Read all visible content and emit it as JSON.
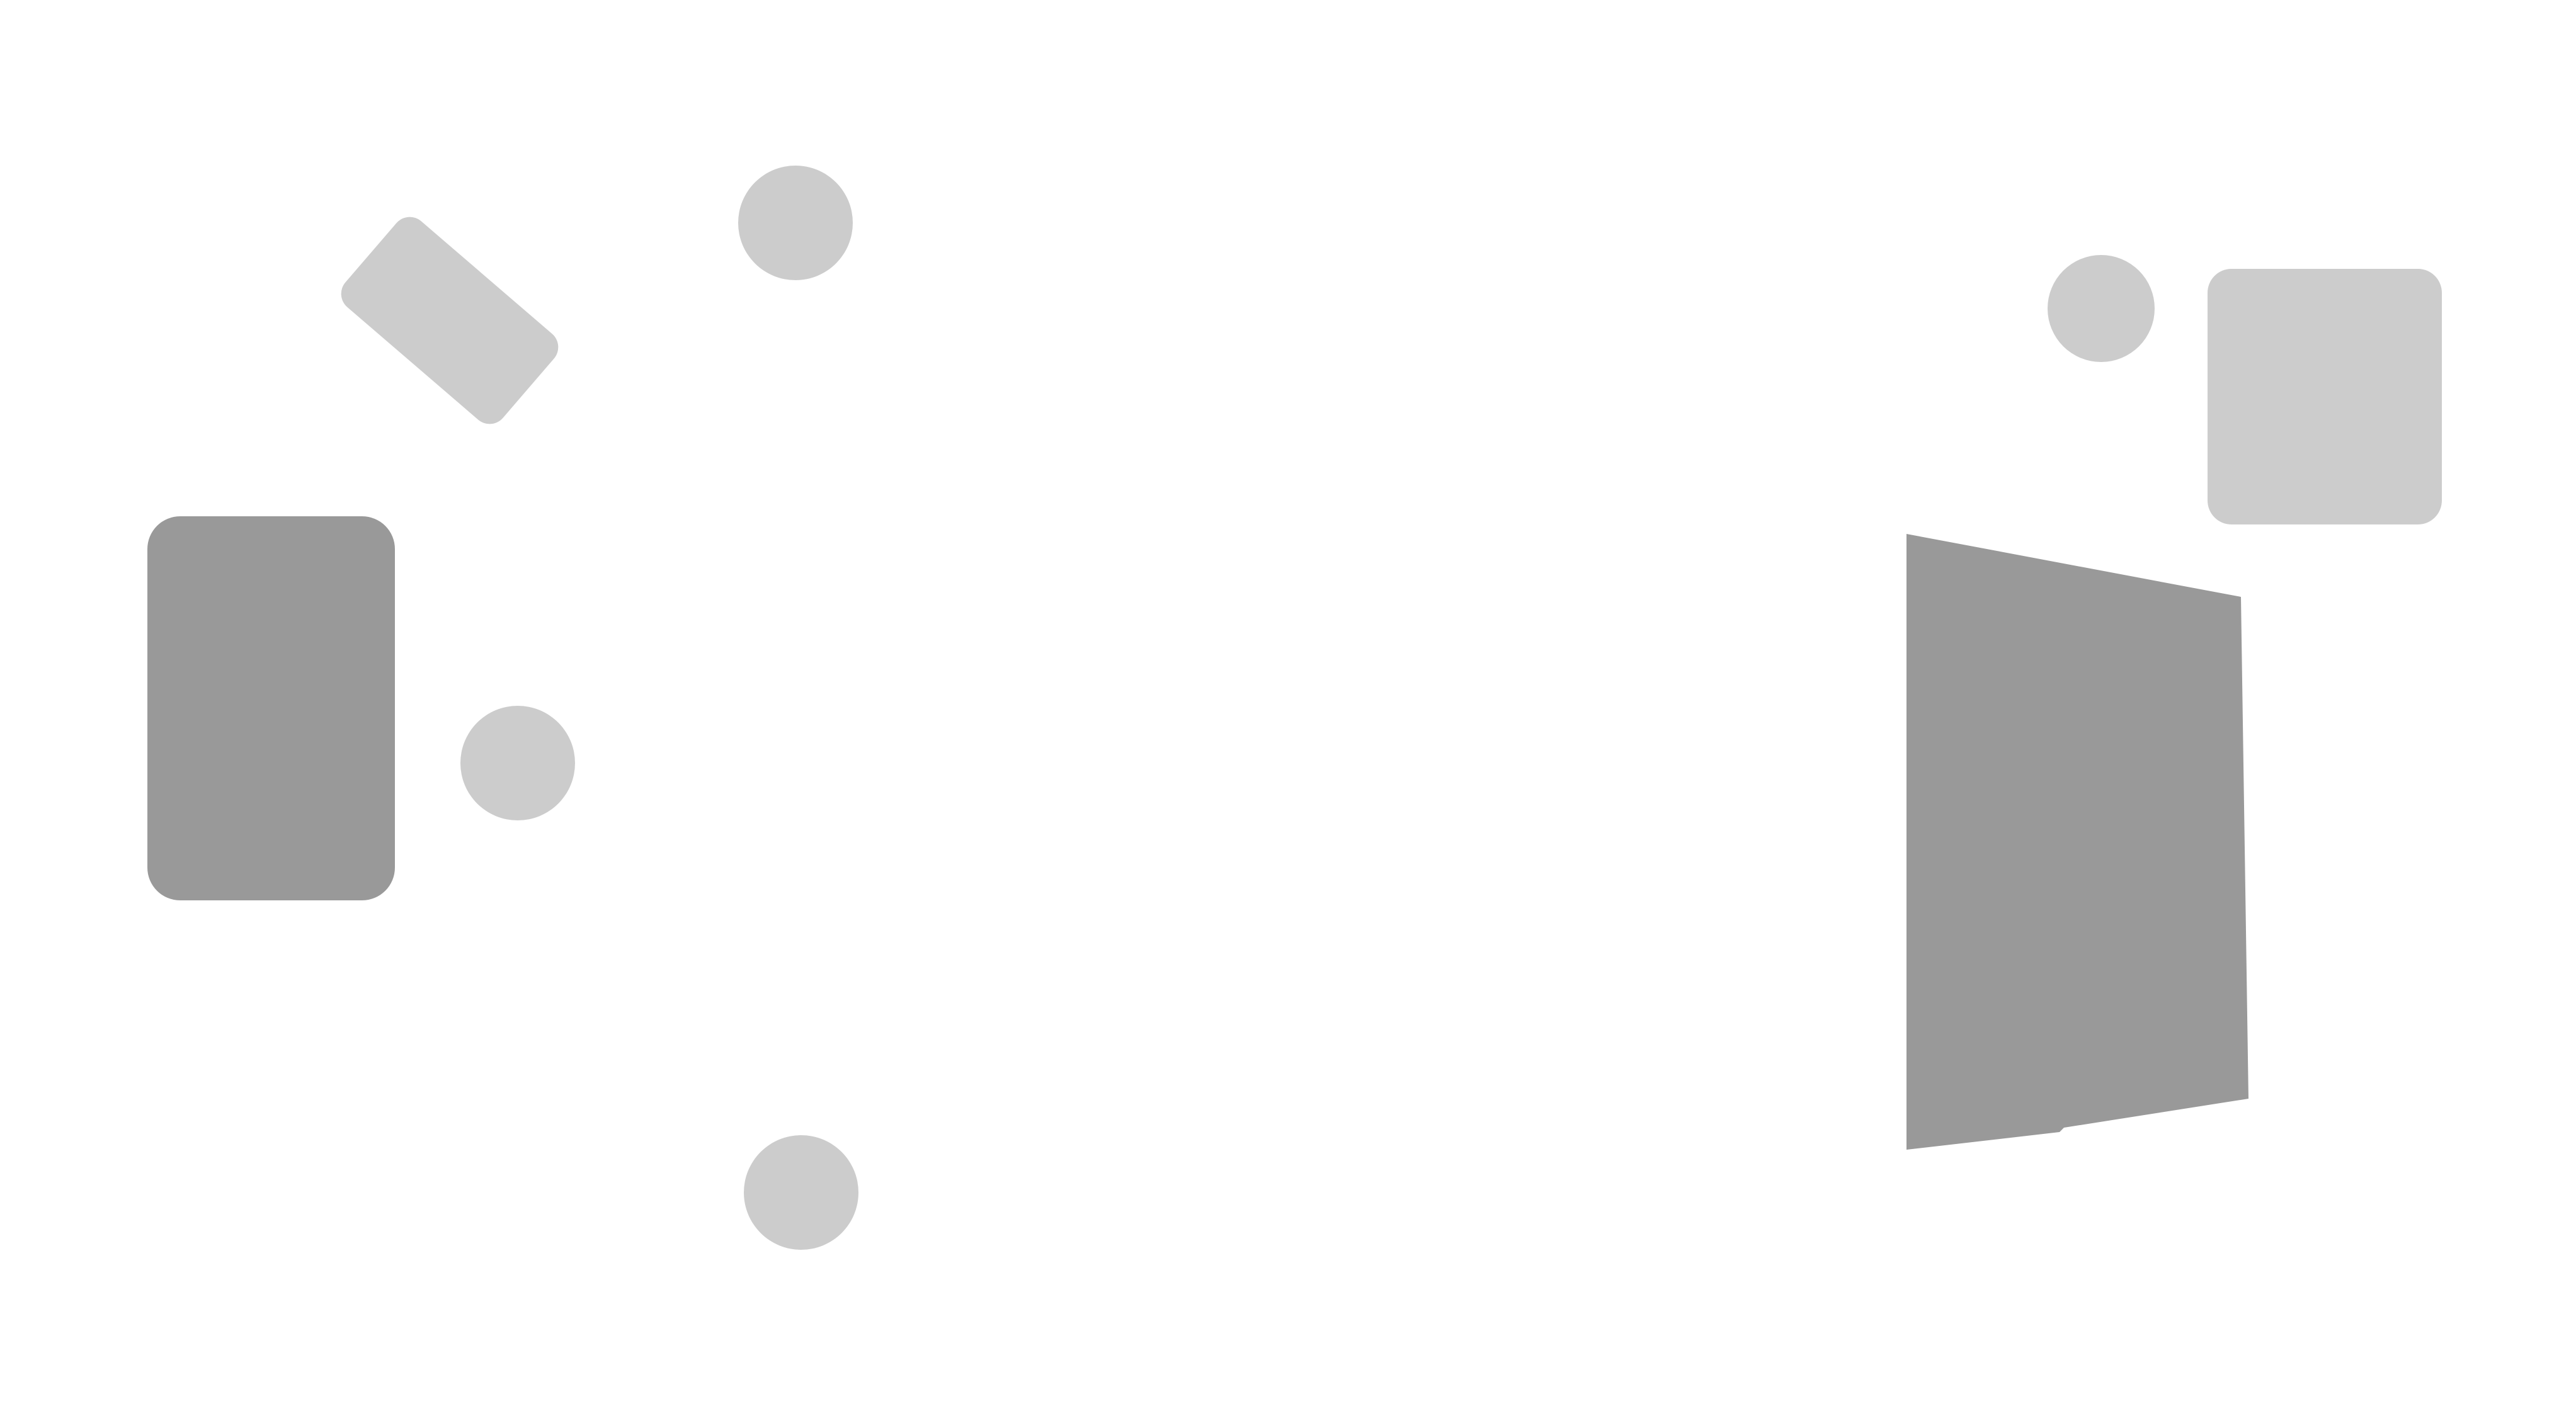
{
  "colors": {
    "background": "#ffffff",
    "light_shape": "#cccccc",
    "dark_shape": "#999999"
  },
  "shapes": [
    {
      "kind": "rotated-rounded-rectangle",
      "tone": "light"
    },
    {
      "kind": "circle",
      "tone": "light"
    },
    {
      "kind": "rounded-rectangle",
      "tone": "dark"
    },
    {
      "kind": "circle",
      "tone": "light"
    },
    {
      "kind": "circle",
      "tone": "light"
    },
    {
      "kind": "circle",
      "tone": "light"
    },
    {
      "kind": "rounded-square",
      "tone": "light"
    },
    {
      "kind": "quadrilateral",
      "tone": "dark"
    }
  ]
}
